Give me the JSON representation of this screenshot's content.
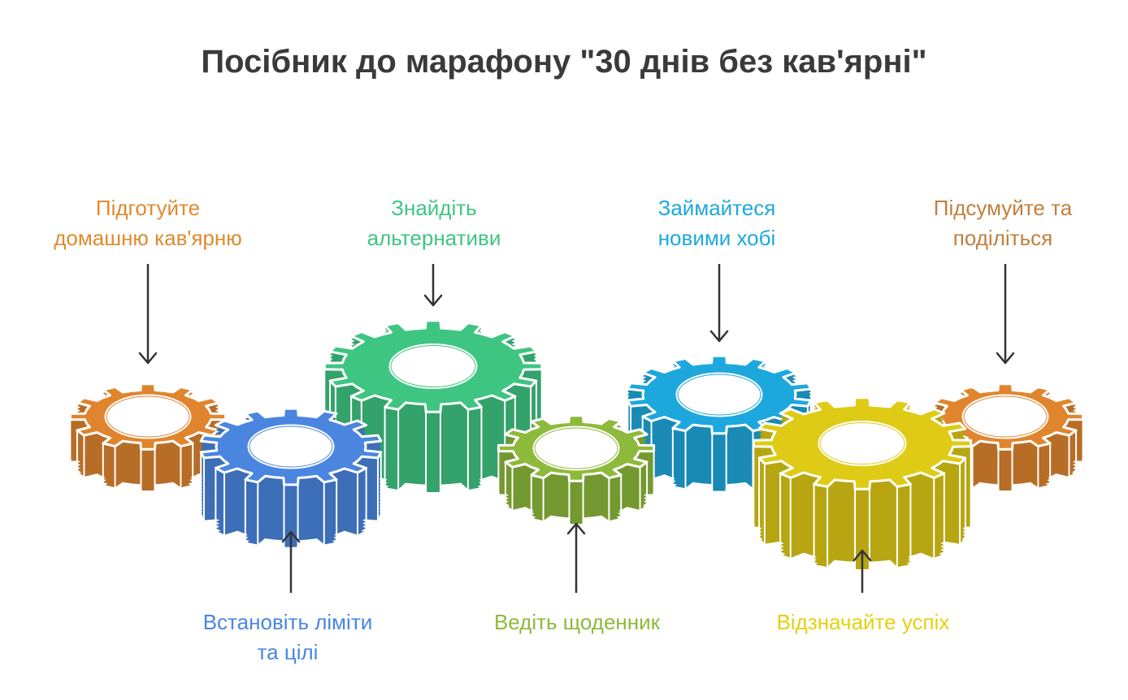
{
  "title": "Посібник до марафону \"30 днів без кав'ярні\"",
  "steps": [
    {
      "lines": [
        "Підготуйте",
        "домашню кав'ярню"
      ],
      "color": "#E08A2E",
      "side": "top"
    },
    {
      "lines": [
        "Встановіть ліміти",
        "та цілі"
      ],
      "color": "#4A86E0",
      "side": "bottom"
    },
    {
      "lines": [
        "Знайдіть",
        "альтернативи"
      ],
      "color": "#3FC582",
      "side": "top"
    },
    {
      "lines": [
        "Ведіть щоденник"
      ],
      "color": "#8DBA3A",
      "side": "bottom"
    },
    {
      "lines": [
        "Займайтеся",
        "новими хобі"
      ],
      "color": "#1DA8DD",
      "side": "top"
    },
    {
      "lines": [
        "Відзначайте успіх"
      ],
      "color": "#E5D010",
      "side": "bottom"
    },
    {
      "lines": [
        "Підсумуйте та",
        "поділіться"
      ],
      "color": "#C17F3C",
      "side": "top"
    }
  ],
  "gear_colors": [
    "#E0852E",
    "#4A86E0",
    "#3FC582",
    "#8DBA3A",
    "#1DA8DD",
    "#DFCB15",
    "#E0852E"
  ],
  "arrow_color": "#333333"
}
